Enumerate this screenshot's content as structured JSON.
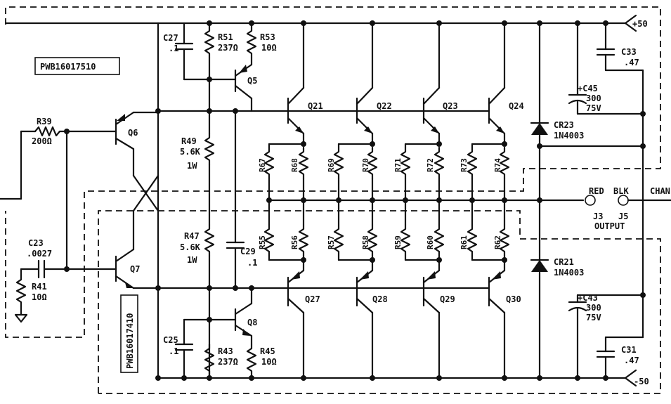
{
  "board_labels": {
    "upper": "PWB16017510",
    "lower": "PWB16017410"
  },
  "rails": {
    "pos": "+50",
    "neg": "-50"
  },
  "output": {
    "red": "RED",
    "blk": "BLK",
    "j3": "J3",
    "j5": "J5",
    "output": "OUTPUT",
    "chan": "CHAN"
  },
  "resistors": {
    "r39": [
      "R39",
      "200Ω"
    ],
    "r41": [
      "R41",
      "10Ω"
    ],
    "r51": [
      "R51",
      "237Ω"
    ],
    "r53": [
      "R53",
      "10Ω"
    ],
    "r49": [
      "R49",
      "5.6K",
      "1W"
    ],
    "r47": [
      "R47",
      "5.6K",
      "1W"
    ],
    "r43": [
      "R43",
      "237Ω"
    ],
    "r45": [
      "R45",
      "10Ω"
    ],
    "r67": "R67",
    "r68": "R68",
    "r69": "R69",
    "r70": "R70",
    "r71": "R71",
    "r72": "R72",
    "r73": "R73",
    "r74": "R74",
    "r55": "R55",
    "r56": "R56",
    "r57": "R57",
    "r58": "R58",
    "r59": "R59",
    "r60": "R60",
    "r61": "R61",
    "r62": "R62"
  },
  "capacitors": {
    "c27": [
      "C27",
      ".1"
    ],
    "c29": [
      "C29",
      ".1"
    ],
    "c23": [
      "C23",
      ".0027"
    ],
    "c25": [
      "C25",
      ".1"
    ],
    "c33": [
      "C33",
      ".47"
    ],
    "c45": [
      "+C45",
      "300",
      "75V"
    ],
    "c43": [
      "+C43",
      "300",
      "75V"
    ],
    "c31": [
      "C31",
      ".47"
    ]
  },
  "diodes": {
    "cr23": [
      "CR23",
      "1N4003"
    ],
    "cr21": [
      "CR21",
      "1N4003"
    ]
  },
  "transistors": {
    "q5": "Q5",
    "q6": "Q6",
    "q7": "Q7",
    "q8": "Q8",
    "q21": "Q21",
    "q22": "Q22",
    "q23": "Q23",
    "q24": "Q24",
    "q27": "Q27",
    "q28": "Q28",
    "q29": "Q29",
    "q30": "Q30"
  }
}
